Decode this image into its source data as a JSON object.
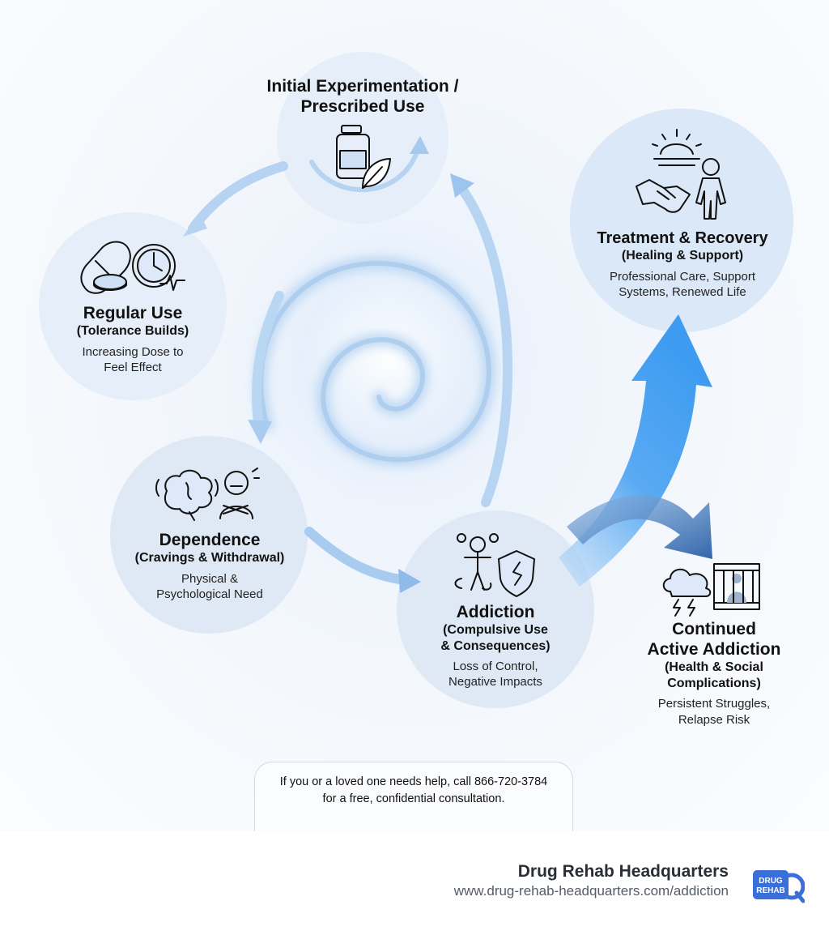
{
  "stages": [
    {
      "title": "Initial Experimentation /\nPrescribed Use",
      "subtitle": "",
      "description": "",
      "icons": [
        "medicine-bottle-icon",
        "leaf-icon"
      ]
    },
    {
      "title": "Regular Use",
      "subtitle": "(Tolerance Builds)",
      "description": "Increasing Dose to\nFeel Effect",
      "icons": [
        "pill-capsule-icon",
        "clock-heartbeat-icon"
      ]
    },
    {
      "title": "Dependence",
      "subtitle": "(Cravings & Withdrawal)",
      "description": "Physical &\nPsychological Need",
      "icons": [
        "brain-icon",
        "distressed-person-icon"
      ]
    },
    {
      "title": "Addiction",
      "subtitle": "(Compulsive Use\n& Consequences)",
      "description": "Loss of Control,\nNegative Impacts",
      "icons": [
        "chained-person-icon",
        "cracked-shield-icon"
      ]
    },
    {
      "title": "Treatment & Recovery",
      "subtitle": "(Healing & Support)",
      "description": "Professional Care, Support\nSystems, Renewed Life",
      "icons": [
        "sunrise-icon",
        "handshake-icon",
        "standing-person-icon"
      ]
    },
    {
      "title": "Continued\nActive Addiction",
      "subtitle": "(Health & Social\nComplications)",
      "description": "Persistent Struggles,\nRelapse Risk",
      "icons": [
        "storm-cloud-icon",
        "prison-bars-icon"
      ]
    }
  ],
  "help": {
    "text": "If you or a loved one needs help, call 866-720-3784\nfor a free, confidential consultation."
  },
  "footer": {
    "brand": "Drug Rehab Headquarters",
    "url": "www.drug-rehab-headquarters.com/addiction",
    "logo_text": "DRUG\nREHAB"
  },
  "colors": {
    "accent": "#5aa9f0",
    "accent_dark": "#3b73b4",
    "circle_fill": "#dfeaf8",
    "icon_stroke": "#111111"
  }
}
